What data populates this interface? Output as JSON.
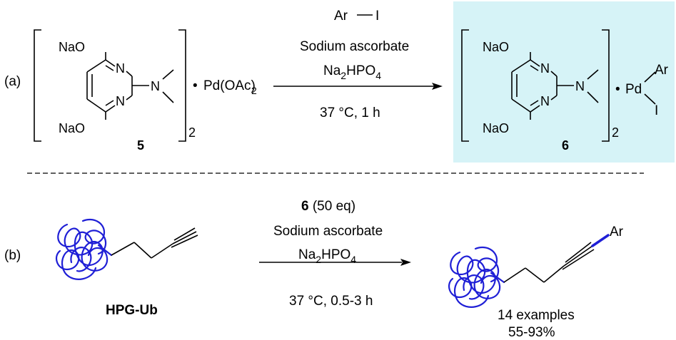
{
  "part_a": {
    "label": "(a)",
    "reactant": {
      "substituent_top": "NaO",
      "substituent_bottom": "NaO",
      "ring_n1": "N",
      "ring_n2": "N",
      "amine_n": "N",
      "compound_number": "5",
      "multiplier": "2",
      "adduct_dot": "•",
      "metal_salt": "Pd(OAc)",
      "metal_salt_sub": "2"
    },
    "conditions": {
      "reagent_ar": "Ar",
      "reagent_i": "I",
      "reagent_2": "Sodium ascorbate",
      "reagent_3_main": "Na",
      "reagent_3_sub1": "2",
      "reagent_3_mid": "HPO",
      "reagent_3_sub2": "4",
      "reagent_4": "37 °C, 1 h"
    },
    "product": {
      "substituent_top": "NaO",
      "substituent_bottom": "NaO",
      "ring_n1": "N",
      "ring_n2": "N",
      "amine_n": "N",
      "compound_number": "6",
      "multiplier": "2",
      "adduct_dot": "•",
      "metal": "Pd",
      "ligand_ar": "Ar",
      "ligand_i": "I",
      "highlight_color": "#d6f3f7"
    }
  },
  "part_b": {
    "label": "(b)",
    "reactant_label": "HPG-Ub",
    "conditions": {
      "reagent_1_num": "6",
      "reagent_1_rest": " (50 eq)",
      "reagent_2": "Sodium ascorbate",
      "reagent_3_main": "Na",
      "reagent_3_sub1": "2",
      "reagent_3_mid": "HPO",
      "reagent_3_sub2": "4",
      "reagent_4": "37 °C, 0.5-3 h"
    },
    "product": {
      "aryl": "Ar",
      "summary_1": "14 examples",
      "summary_2": "55-93%"
    }
  },
  "colors": {
    "protein": "#1f1fd6",
    "new_bond": "#1f1fd6",
    "highlight": "#d6f3f7"
  }
}
